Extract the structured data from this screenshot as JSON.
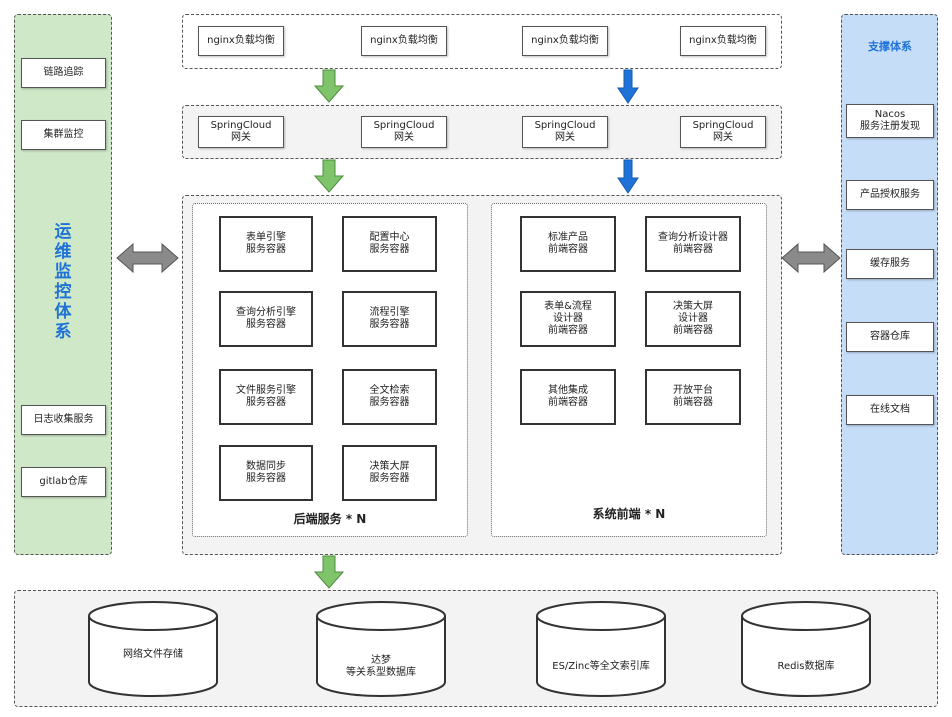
{
  "colors": {
    "ops_panel_bg": "#cfe8c8",
    "support_panel_bg": "#c6ddf8",
    "accent_blue": "#1f73d8",
    "arrow_green": "#7fc46a",
    "arrow_blue": "#1f73d8",
    "arrow_grey": "#888888"
  },
  "ops": {
    "title_chars": [
      "运",
      "维",
      "监",
      "控",
      "体",
      "系"
    ],
    "items": [
      "链路追踪",
      "集群监控",
      "日志收集服务",
      "gitlab仓库"
    ]
  },
  "support": {
    "title": "支撑体系",
    "items": [
      [
        "Nacos",
        "服务注册发现"
      ],
      [
        "产品授权服务"
      ],
      [
        "缓存服务"
      ],
      [
        "容器仓库"
      ],
      [
        "在线文档"
      ]
    ]
  },
  "nginx": {
    "items": [
      "nginx负载均衡",
      "nginx负载均衡",
      "nginx负载均衡",
      "nginx负载均衡"
    ]
  },
  "gateway": {
    "items": [
      [
        "SpringCloud",
        "网关"
      ],
      [
        "SpringCloud",
        "网关"
      ],
      [
        "SpringCloud",
        "网关"
      ],
      [
        "SpringCloud",
        "网关"
      ]
    ]
  },
  "backend": {
    "caption": "后端服务 * N",
    "items": [
      [
        "表单引擎",
        "服务容器"
      ],
      [
        "配置中心",
        "服务容器"
      ],
      [
        "查询分析引擎",
        "服务容器"
      ],
      [
        "流程引擎",
        "服务容器"
      ],
      [
        "文件服务引擎",
        "服务容器"
      ],
      [
        "全文检索",
        "服务容器"
      ],
      [
        "数据同步",
        "服务容器"
      ],
      [
        "决策大屏",
        "服务容器"
      ]
    ]
  },
  "frontend": {
    "caption": "系统前端 * N",
    "items": [
      [
        "标准产品",
        "前端容器"
      ],
      [
        "查询分析设计器",
        "前端容器"
      ],
      [
        "表单&流程",
        "设计器",
        "前端容器"
      ],
      [
        "决策大屏",
        "设计器",
        "前端容器"
      ],
      [
        "其他集成",
        "前端容器"
      ],
      [
        "开放平台",
        "前端容器"
      ]
    ]
  },
  "storage": {
    "items": [
      [
        "网络文件存储"
      ],
      [
        "达梦",
        "等关系型数据库"
      ],
      [
        "ES/Zinc等全文索引库"
      ],
      [
        "Redis数据库"
      ]
    ]
  }
}
